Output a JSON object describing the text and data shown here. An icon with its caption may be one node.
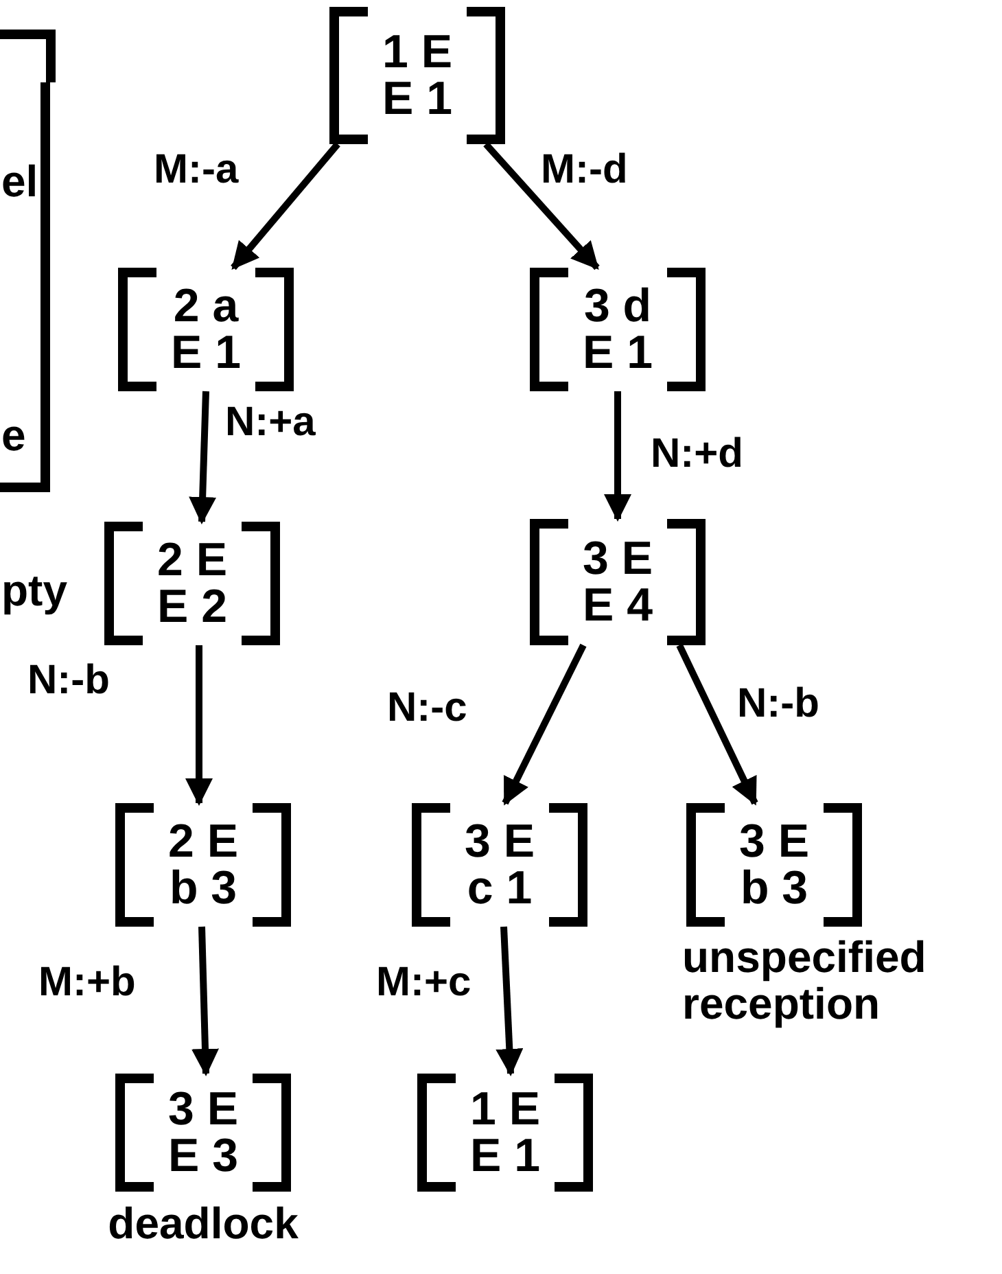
{
  "diagram": {
    "nodes": [
      {
        "text": [
          "1 E",
          "E 1"
        ]
      },
      {
        "text": [
          "2 a",
          "E 1"
        ]
      },
      {
        "text": [
          "3 d",
          "E 1"
        ]
      },
      {
        "text": [
          "2 E",
          "E 2"
        ]
      },
      {
        "text": [
          "3 E",
          "E 4"
        ]
      },
      {
        "text": [
          "2 E",
          "b 3"
        ]
      },
      {
        "text": [
          "3 E",
          "c 1"
        ]
      },
      {
        "text": [
          "3 E",
          "b 3"
        ],
        "beside": [
          "unspecified reception"
        ]
      },
      {
        "text": [
          "3 E",
          "E 3"
        ],
        "beside": [
          "deadlock"
        ]
      },
      {
        "text": [
          "1 E",
          "E 1"
        ]
      }
    ],
    "edges": [
      {
        "from": 0,
        "to": 1,
        "arrow": "to",
        "label": "M:-a"
      },
      {
        "from": 0,
        "to": 2,
        "arrow": "to",
        "label": "M:-d"
      },
      {
        "from": 1,
        "to": 3,
        "arrow": "to",
        "label": "N:+a"
      },
      {
        "from": 2,
        "to": 4,
        "arrow": "to",
        "label": "N:+d"
      },
      {
        "from": 3,
        "to": 5,
        "arrow": "to",
        "label": "N:-b"
      },
      {
        "from": 4,
        "to": 6,
        "arrow": "to",
        "label": "N:-c"
      },
      {
        "from": 4,
        "to": 7,
        "arrow": "to",
        "label": "N:-b"
      },
      {
        "from": 5,
        "to": 8,
        "arrow": "to",
        "label": "M:+b"
      },
      {
        "from": 6,
        "to": 9,
        "arrow": "to",
        "label": "M:+c"
      }
    ],
    "labels": [
      "el",
      "e",
      "pty"
    ]
  }
}
